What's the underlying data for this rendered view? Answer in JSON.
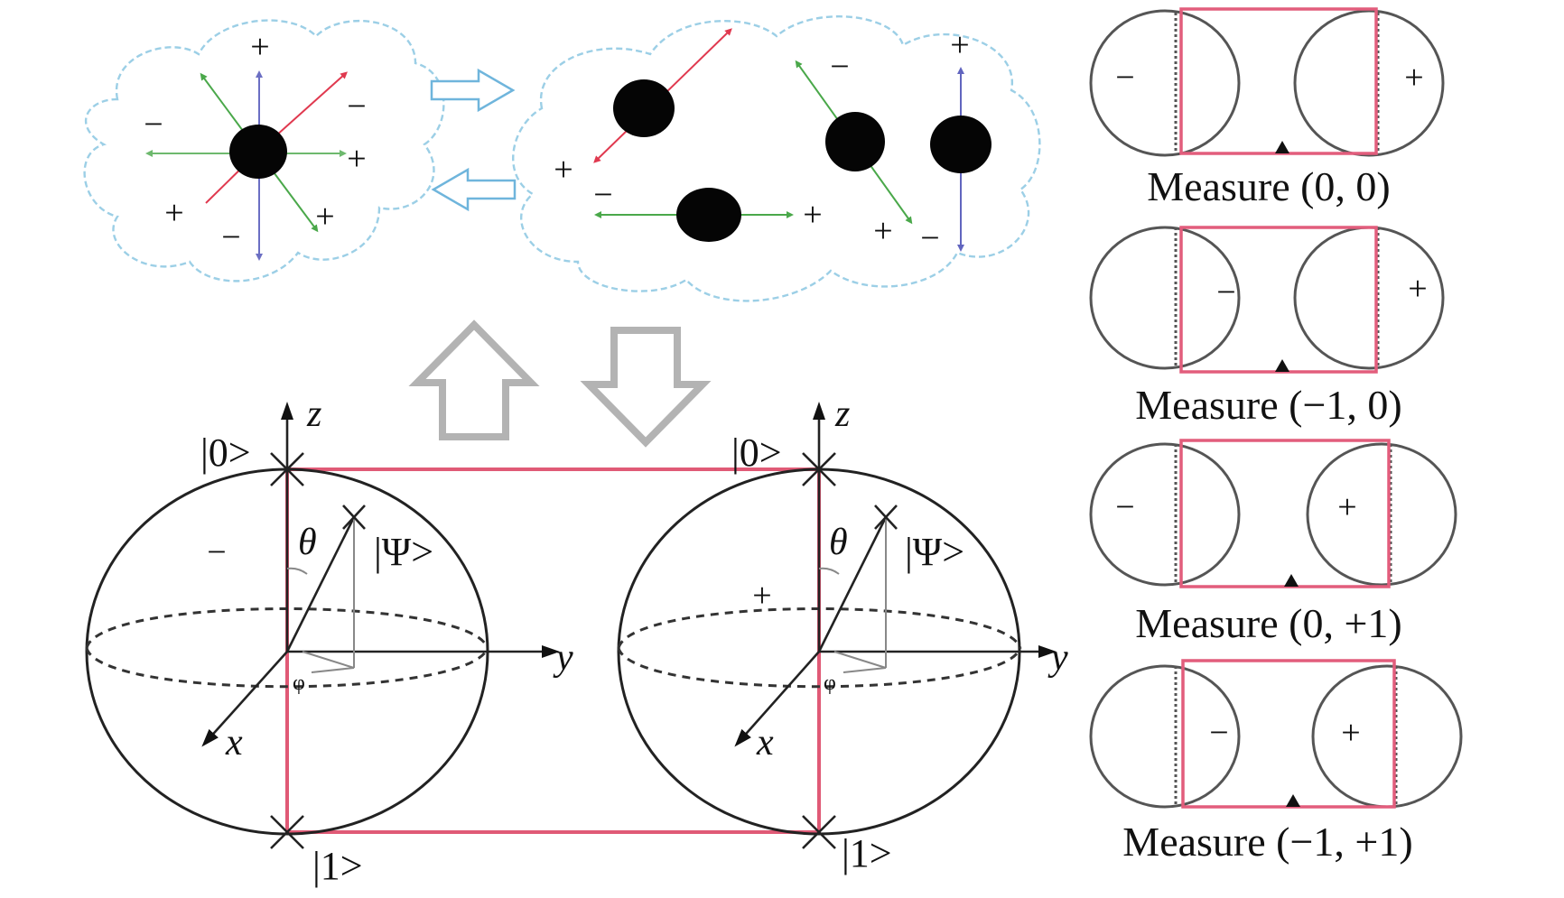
{
  "signs": {
    "plus": "+",
    "minus": "−"
  },
  "kets": {
    "zero": "|0>",
    "one": "|1>",
    "psi": "|Ψ>"
  },
  "axes": {
    "x": "x",
    "y": "y",
    "z": "z",
    "theta": "θ",
    "phi": "φ"
  },
  "measurements": [
    {
      "label": "Measure (0, 0)"
    },
    {
      "label": "Measure (−1, 0)"
    },
    {
      "label": "Measure (0, +1)"
    },
    {
      "label": "Measure (−1, +1)"
    }
  ],
  "colors": {
    "red_arrow": "#e0394f",
    "green_arrow": "#4aa84a",
    "blue_arrow": "#3a3fb0",
    "cloud": "#9ccfe6",
    "box": "#e05a76"
  }
}
